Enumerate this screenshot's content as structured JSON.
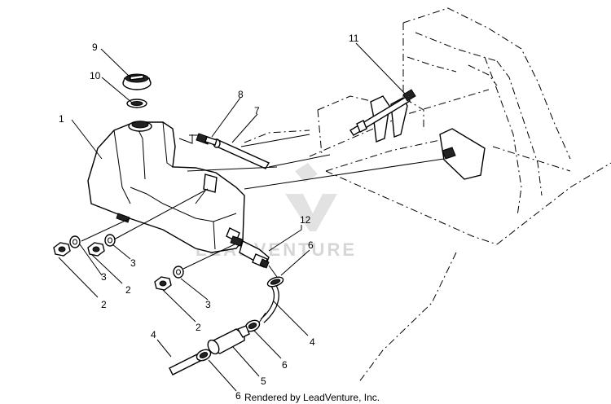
{
  "diagram": {
    "callouts": {
      "c1": "1",
      "c2a": "2",
      "c2b": "2",
      "c2c": "2",
      "c3a": "3",
      "c3b": "3",
      "c3c": "3",
      "c4a": "4",
      "c4b": "4",
      "c5": "5",
      "c6a": "6",
      "c6b": "6",
      "c6c": "6",
      "c7": "7",
      "c8": "8",
      "c9": "9",
      "c10": "10",
      "c11": "11",
      "c12": "12"
    },
    "watermark_text": "LEADVENTURE",
    "credit_text": "Rendered by LeadVenture, Inc."
  }
}
